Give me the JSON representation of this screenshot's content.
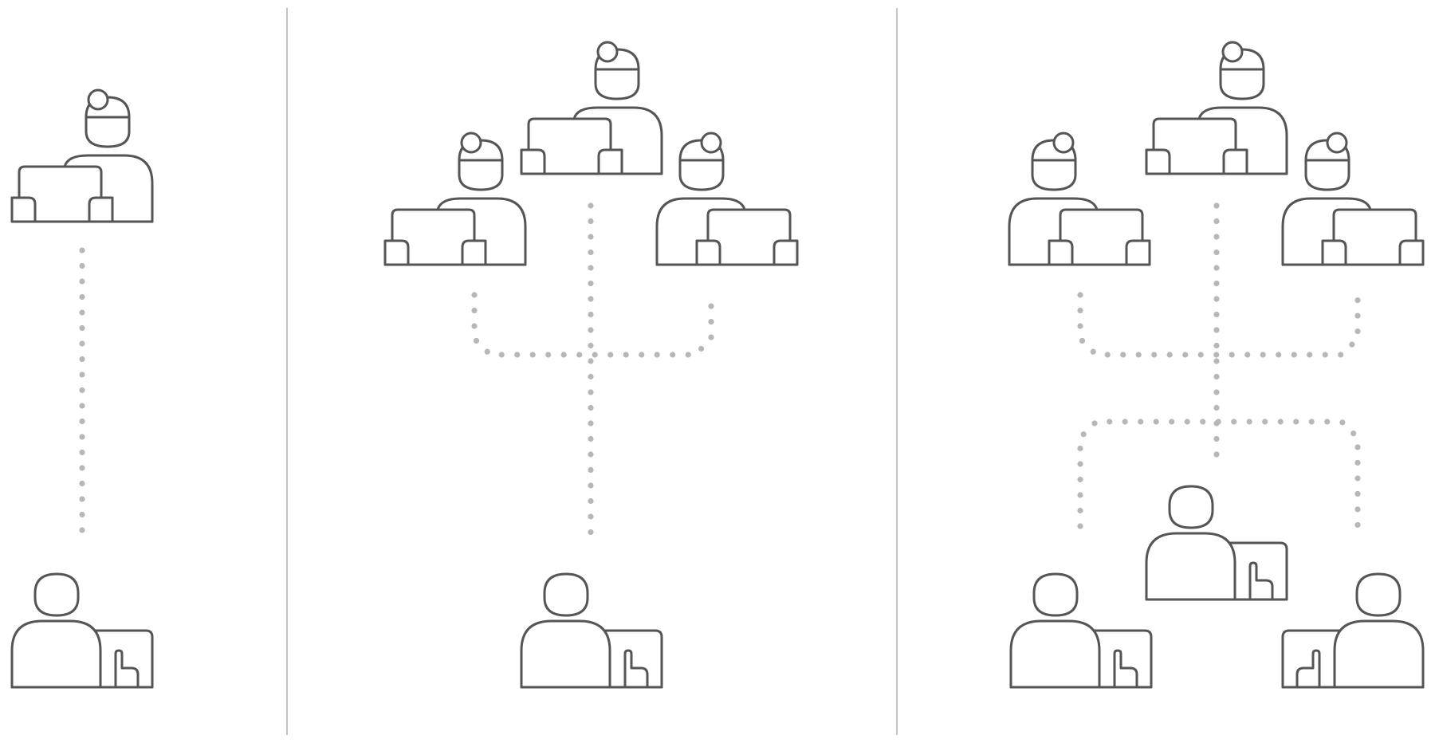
{
  "colors": {
    "background": "#ffffff",
    "figure": "#555555",
    "connector": "#b7b7b7",
    "divider": "#c4c4c4"
  },
  "panels": [
    {
      "id": "one-to-one",
      "senders": [
        {
          "role": "laptop-user-with-headset",
          "facing": "left"
        }
      ],
      "receivers": [
        {
          "role": "desk-user",
          "facing": "left"
        }
      ]
    },
    {
      "id": "many-to-one",
      "senders": [
        {
          "role": "laptop-user-with-headset",
          "facing": "left"
        },
        {
          "role": "laptop-user-with-headset",
          "facing": "left"
        },
        {
          "role": "laptop-user-with-headset",
          "facing": "right"
        }
      ],
      "receivers": [
        {
          "role": "desk-user",
          "facing": "left"
        }
      ]
    },
    {
      "id": "many-to-many",
      "senders": [
        {
          "role": "laptop-user-with-headset",
          "facing": "right"
        },
        {
          "role": "laptop-user-with-headset",
          "facing": "left"
        },
        {
          "role": "laptop-user-with-headset",
          "facing": "right"
        }
      ],
      "receivers": [
        {
          "role": "desk-user",
          "facing": "left"
        },
        {
          "role": "desk-user",
          "facing": "left"
        },
        {
          "role": "desk-user",
          "facing": "right"
        }
      ]
    }
  ]
}
